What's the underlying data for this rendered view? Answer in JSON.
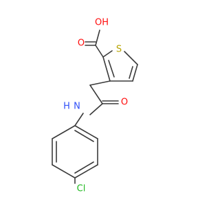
{
  "molecule": {
    "atoms": {
      "oh": {
        "text": "OH",
        "color": "#ff0d0d"
      },
      "o_carbonyl_acid": {
        "text": "O",
        "color": "#ff0d0d"
      },
      "s": {
        "text": "S",
        "color": "#b8a400"
      },
      "o_amide": {
        "text": "O",
        "color": "#ff0d0d"
      },
      "nh": {
        "text": "H",
        "color": "#3050f8"
      },
      "n": {
        "text": "N",
        "color": "#3050f8"
      },
      "cl": {
        "text": "Cl",
        "color": "#1fb81f"
      }
    },
    "bond_color": "#3a3a3a"
  }
}
